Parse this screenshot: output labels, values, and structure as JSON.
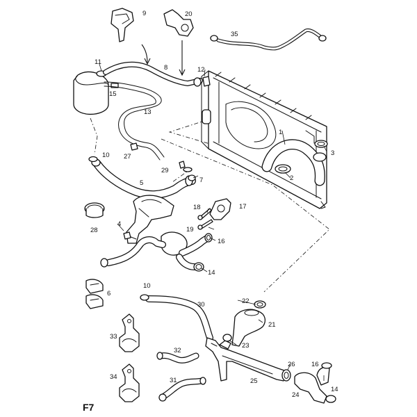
{
  "diagram_tag": "F7",
  "callouts": [
    {
      "id": "c1",
      "text": "1"
    },
    {
      "id": "c2",
      "text": "2"
    },
    {
      "id": "c3",
      "text": "3"
    },
    {
      "id": "c4",
      "text": "4"
    },
    {
      "id": "c5",
      "text": "5"
    },
    {
      "id": "c6",
      "text": "6"
    },
    {
      "id": "c7",
      "text": "7"
    },
    {
      "id": "c8",
      "text": "8"
    },
    {
      "id": "c9",
      "text": "9"
    },
    {
      "id": "c10a",
      "text": "10"
    },
    {
      "id": "c10b",
      "text": "10"
    },
    {
      "id": "c11",
      "text": "11"
    },
    {
      "id": "c12",
      "text": "12"
    },
    {
      "id": "c13",
      "text": "13"
    },
    {
      "id": "c14a",
      "text": "14"
    },
    {
      "id": "c14b",
      "text": "14"
    },
    {
      "id": "c15",
      "text": "15"
    },
    {
      "id": "c16a",
      "text": "16"
    },
    {
      "id": "c16b",
      "text": "16"
    },
    {
      "id": "c17",
      "text": "17"
    },
    {
      "id": "c18",
      "text": "18"
    },
    {
      "id": "c19",
      "text": "19"
    },
    {
      "id": "c20",
      "text": "20"
    },
    {
      "id": "c21",
      "text": "21"
    },
    {
      "id": "c22",
      "text": "22"
    },
    {
      "id": "c23",
      "text": "23"
    },
    {
      "id": "c24",
      "text": "24"
    },
    {
      "id": "c25",
      "text": "25"
    },
    {
      "id": "c26",
      "text": "26"
    },
    {
      "id": "c27",
      "text": "27"
    },
    {
      "id": "c28",
      "text": "28"
    },
    {
      "id": "c29",
      "text": "29"
    },
    {
      "id": "c30",
      "text": "30"
    },
    {
      "id": "c31",
      "text": "31"
    },
    {
      "id": "c32",
      "text": "32"
    },
    {
      "id": "c33",
      "text": "33"
    },
    {
      "id": "c34",
      "text": "34"
    },
    {
      "id": "c35",
      "text": "35"
    }
  ]
}
